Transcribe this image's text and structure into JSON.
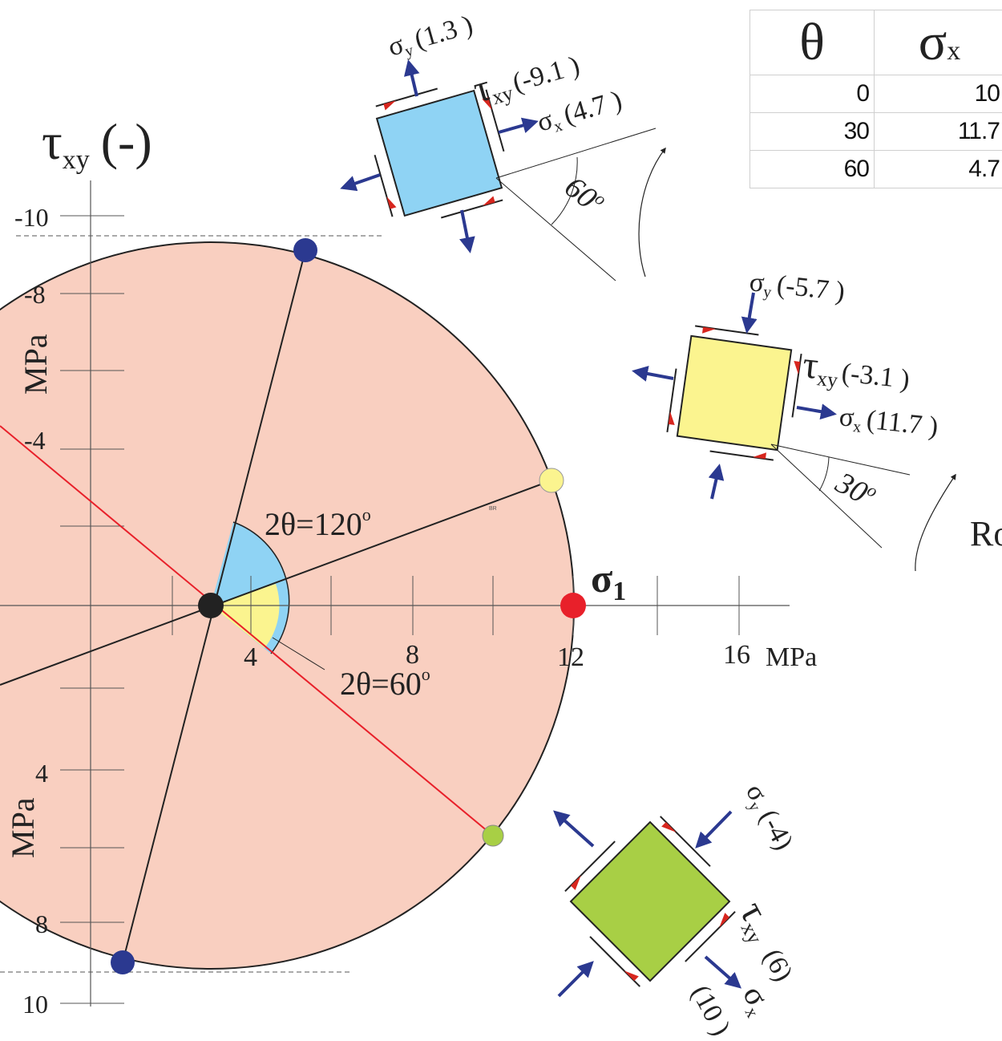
{
  "axis": {
    "tau_label": "τ",
    "tau_sub": "xy",
    "tau_sign": "(-)",
    "mpa_upper": "MPa",
    "mpa_lower": "MPa",
    "mpa_right": "MPa",
    "sigma1_symbol": "σ",
    "sigma1_sub": "1",
    "y_ticks": [
      "-10",
      "-8",
      "-4",
      "4",
      "8",
      "10"
    ],
    "x_ticks": [
      "4",
      "8",
      "12",
      "16"
    ]
  },
  "angles": {
    "two_theta_120": "2θ=120",
    "two_theta_60": "2θ=60",
    "degree": "o",
    "small_mark": "BR"
  },
  "elements": {
    "blue": {
      "color": "#8fd3f4",
      "sy_sym": "σ",
      "sy_sub": "y",
      "sy_val": "(1.3 )",
      "txy_sym": "τ",
      "txy_sub": "xy",
      "txy_val": "(-9.1 )",
      "sx_sym": "σ",
      "sx_sub": "x",
      "sx_val": "(4.7 )",
      "angle_label": "60",
      "angle_deg": "o"
    },
    "yellow": {
      "color": "#fbf48f",
      "sy_sym": "σ",
      "sy_sub": "y",
      "sy_val": "(-5.7 )",
      "txy_sym": "τ",
      "txy_sub": "xy",
      "txy_val": "(-3.1 )",
      "sx_sym": "σ",
      "sx_sub": "x",
      "sx_val": "(11.7 )",
      "angle_label": "30",
      "angle_deg": "o",
      "edge_text": "Ro"
    },
    "green": {
      "color": "#a8cf45",
      "sy_sym": "σ",
      "sy_sub": "y",
      "sy_val": "(-4)",
      "txy_sym": "τ",
      "txy_sub": "xy",
      "txy_val": "(6)",
      "sx_sym": "σ",
      "sx_sub": "x",
      "sx_val": "(10 )"
    }
  },
  "table": {
    "headers": [
      "θ",
      "σ"
    ],
    "header_sub": [
      "",
      "x"
    ],
    "rows": [
      [
        "0",
        "10"
      ],
      [
        "30",
        "11.7"
      ],
      [
        "60",
        "4.7"
      ]
    ]
  },
  "colors": {
    "circle_fill": "#f9cfc0",
    "arrow": "#2b3990",
    "red_point": "#e8202a",
    "blue_point": "#2b3990",
    "shear_arrow": "#d7261e"
  }
}
